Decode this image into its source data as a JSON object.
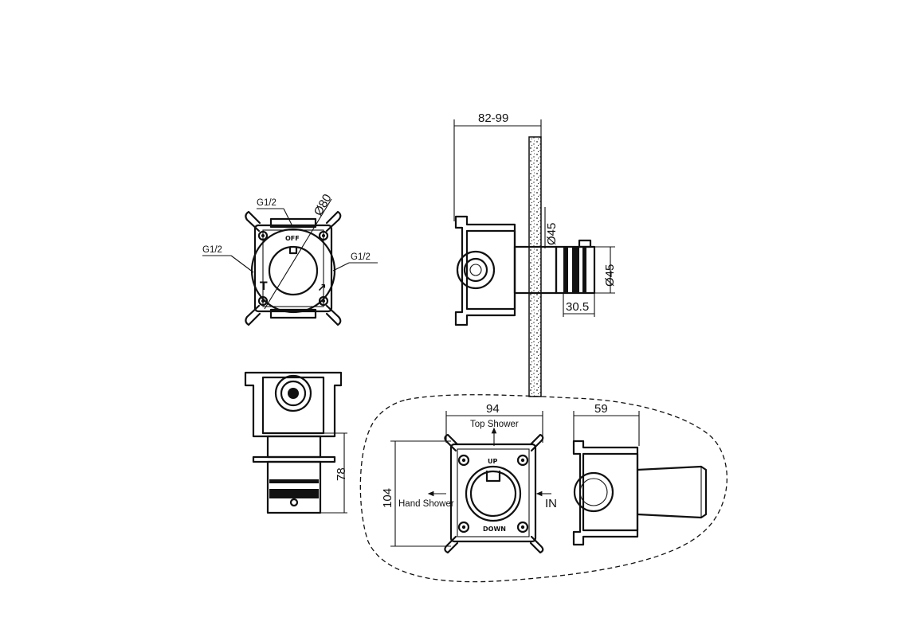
{
  "front_view": {
    "label_top": "G1/2",
    "label_left": "G1/2",
    "label_right": "G1/2",
    "diameter": "Ø80",
    "off_text": "OFF",
    "symbol_left": "T",
    "symbol_right": "↗"
  },
  "side_view": {
    "dim_depth": "82-99",
    "dim_dia_upper": "Ø45",
    "dim_dia_right": "Ø45",
    "dim_length": "30.5"
  },
  "bottom_view": {
    "dim_height": "78"
  },
  "detail": {
    "dim_width": "94",
    "dim_height": "104",
    "dim_side": "59",
    "port_top": "Top Shower",
    "port_left": "Hand Shower",
    "port_right": "IN",
    "text_up": "UP",
    "text_down": "DOWN"
  }
}
